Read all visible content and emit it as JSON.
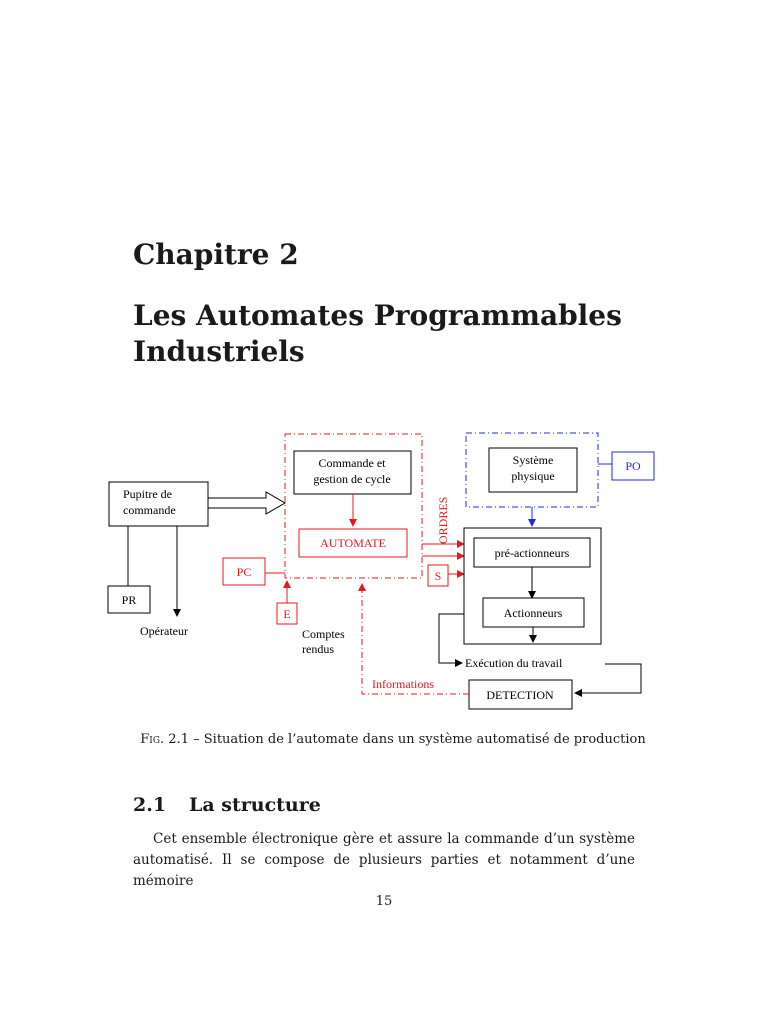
{
  "chapter": {
    "number": "Chapitre 2",
    "title_line1": "Les Automates Programmables",
    "title_line2": "Industriels"
  },
  "figure": {
    "labels": {
      "commande_l1": "Commande et",
      "commande_l2": "gestion de cycle",
      "automate": "AUTOMATE",
      "ordres": "ORDRES",
      "systeme_l1": "Système",
      "systeme_l2": "physique",
      "po": "PO",
      "pupitre_l1": "Pupitre de",
      "pupitre_l2": "commande",
      "pc": "PC",
      "s": "S",
      "e": "E",
      "pr": "PR",
      "operateur": "Opérateur",
      "comptes_l1": "Comptes",
      "comptes_l2": "rendus",
      "pre_actionneurs": "pré-actionneurs",
      "actionneurs": "Actionneurs",
      "execution": "Exécution du travail",
      "informations": "Informations",
      "detection": "DETECTION"
    },
    "colors": {
      "red": "#e8181e",
      "blue": "#1a2ee0",
      "black": "#000000"
    }
  },
  "caption": {
    "label": "Fig. 2.1",
    "text": " – Situation de l’automate dans un système automatisé de production"
  },
  "section": {
    "number": "2.1",
    "title": "La structure"
  },
  "paragraph": "Cet ensemble électronique gère et assure la commande d’un système automatisé. Il se compose de plusieurs parties et notamment d’une mémoire",
  "page_number": "15"
}
